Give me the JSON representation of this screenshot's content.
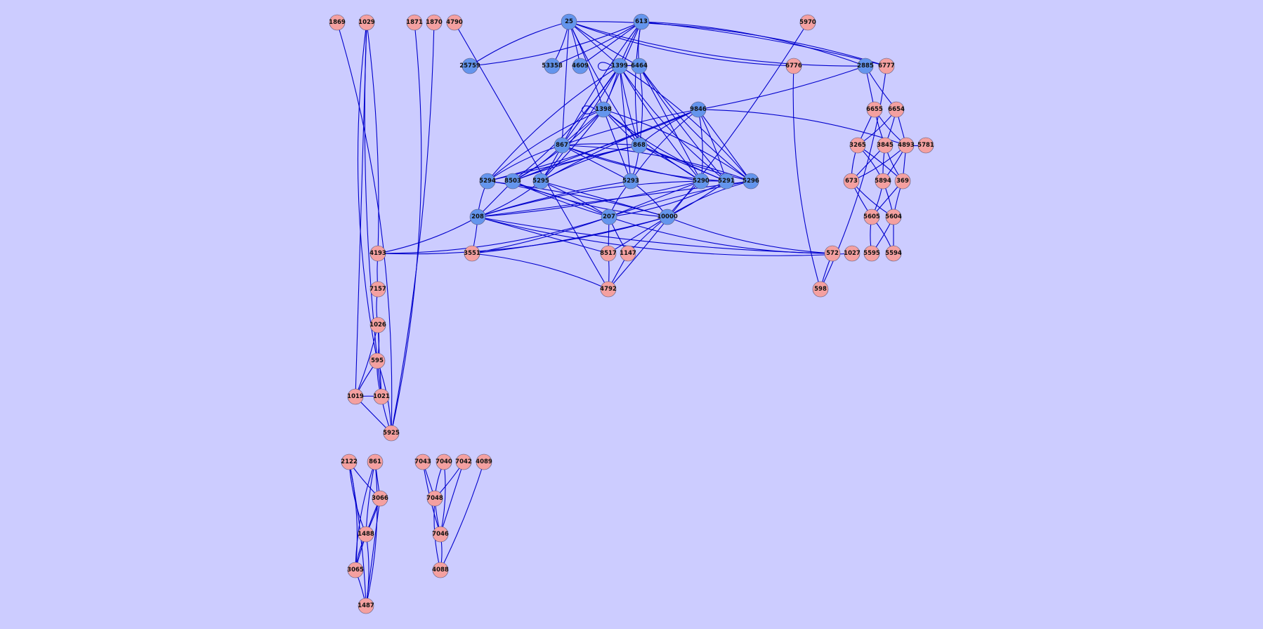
{
  "colors": {
    "background": "#ccccff",
    "edge": "#0000cc",
    "blue_node": "#6495ed",
    "pink_node": "#f4a0a0"
  },
  "nodes": [
    {
      "id": "1869",
      "label": "1869",
      "color": "pink"
    },
    {
      "id": "1029",
      "label": "1029",
      "color": "pink"
    },
    {
      "id": "1871",
      "label": "1871",
      "color": "pink"
    },
    {
      "id": "1870",
      "label": "1870",
      "color": "pink"
    },
    {
      "id": "4790",
      "label": "4790",
      "color": "pink"
    },
    {
      "id": "25",
      "label": "25",
      "color": "blue"
    },
    {
      "id": "613",
      "label": "613",
      "color": "blue"
    },
    {
      "id": "5970",
      "label": "5970",
      "color": "pink"
    },
    {
      "id": "25759",
      "label": "25759",
      "color": "blue"
    },
    {
      "id": "53358",
      "label": "53358",
      "color": "blue"
    },
    {
      "id": "4609",
      "label": "4609",
      "color": "blue"
    },
    {
      "id": "1399",
      "label": "1399",
      "color": "blue"
    },
    {
      "id": "6464",
      "label": "6464",
      "color": "blue"
    },
    {
      "id": "6776",
      "label": "6776",
      "color": "pink"
    },
    {
      "id": "2885",
      "label": "2885",
      "color": "blue"
    },
    {
      "id": "6777",
      "label": "6777",
      "color": "pink"
    },
    {
      "id": "1398",
      "label": "1398",
      "color": "blue"
    },
    {
      "id": "9846",
      "label": "9846",
      "color": "blue"
    },
    {
      "id": "6655",
      "label": "6655",
      "color": "pink"
    },
    {
      "id": "6654",
      "label": "6654",
      "color": "pink"
    },
    {
      "id": "867",
      "label": "867",
      "color": "blue"
    },
    {
      "id": "868",
      "label": "868",
      "color": "blue"
    },
    {
      "id": "3265",
      "label": "3265",
      "color": "pink"
    },
    {
      "id": "3845",
      "label": "3845",
      "color": "pink"
    },
    {
      "id": "4893",
      "label": "4893",
      "color": "pink"
    },
    {
      "id": "5781",
      "label": "5781",
      "color": "pink"
    },
    {
      "id": "5294",
      "label": "5294",
      "color": "blue"
    },
    {
      "id": "8503",
      "label": "8503",
      "color": "blue"
    },
    {
      "id": "5295",
      "label": "5295",
      "color": "blue"
    },
    {
      "id": "5293",
      "label": "5293",
      "color": "blue"
    },
    {
      "id": "5290",
      "label": "5290",
      "color": "blue"
    },
    {
      "id": "5291",
      "label": "5291",
      "color": "blue"
    },
    {
      "id": "5296",
      "label": "5296",
      "color": "blue"
    },
    {
      "id": "673",
      "label": "673",
      "color": "pink"
    },
    {
      "id": "5894",
      "label": "5894",
      "color": "pink"
    },
    {
      "id": "369",
      "label": "369",
      "color": "pink"
    },
    {
      "id": "208",
      "label": "208",
      "color": "blue"
    },
    {
      "id": "207",
      "label": "207",
      "color": "blue"
    },
    {
      "id": "10000",
      "label": "10000",
      "color": "blue"
    },
    {
      "id": "5605",
      "label": "5605",
      "color": "pink"
    },
    {
      "id": "5604",
      "label": "5604",
      "color": "pink"
    },
    {
      "id": "4193",
      "label": "4193",
      "color": "pink"
    },
    {
      "id": "3551",
      "label": "3551",
      "color": "pink"
    },
    {
      "id": "8517",
      "label": "8517",
      "color": "pink"
    },
    {
      "id": "1147",
      "label": "1147",
      "color": "pink"
    },
    {
      "id": "572",
      "label": "572",
      "color": "pink"
    },
    {
      "id": "1027",
      "label": "1027",
      "color": "pink"
    },
    {
      "id": "5595",
      "label": "5595",
      "color": "pink"
    },
    {
      "id": "5594",
      "label": "5594",
      "color": "pink"
    },
    {
      "id": "7157",
      "label": "7157",
      "color": "pink"
    },
    {
      "id": "4792",
      "label": "4792",
      "color": "pink"
    },
    {
      "id": "598",
      "label": "598",
      "color": "pink"
    },
    {
      "id": "1026",
      "label": "1026",
      "color": "pink"
    },
    {
      "id": "595",
      "label": "595",
      "color": "pink"
    },
    {
      "id": "1019",
      "label": "1019",
      "color": "pink"
    },
    {
      "id": "1021",
      "label": "1021",
      "color": "pink"
    },
    {
      "id": "5925",
      "label": "5925",
      "color": "pink"
    },
    {
      "id": "2122",
      "label": "2122",
      "color": "pink"
    },
    {
      "id": "861",
      "label": "861",
      "color": "pink"
    },
    {
      "id": "7043",
      "label": "7043",
      "color": "pink"
    },
    {
      "id": "7040",
      "label": "7040",
      "color": "pink"
    },
    {
      "id": "7042",
      "label": "7042",
      "color": "pink"
    },
    {
      "id": "4089",
      "label": "4089",
      "color": "pink"
    },
    {
      "id": "3066",
      "label": "3066",
      "color": "pink"
    },
    {
      "id": "7048",
      "label": "7048",
      "color": "pink"
    },
    {
      "id": "1488",
      "label": "1488",
      "color": "pink"
    },
    {
      "id": "7046",
      "label": "7046",
      "color": "pink"
    },
    {
      "id": "3065",
      "label": "3065",
      "color": "pink"
    },
    {
      "id": "4088",
      "label": "4088",
      "color": "pink"
    },
    {
      "id": "1487",
      "label": "1487",
      "color": "pink"
    }
  ],
  "edges": [
    [
      "1869",
      "5925"
    ],
    [
      "1029",
      "4193"
    ],
    [
      "1029",
      "1019"
    ],
    [
      "1029",
      "1021"
    ],
    [
      "1029",
      "595"
    ],
    [
      "1871",
      "5925"
    ],
    [
      "1870",
      "5925"
    ],
    [
      "4790",
      "4792"
    ],
    [
      "4193",
      "7157"
    ],
    [
      "7157",
      "1026"
    ],
    [
      "1026",
      "595"
    ],
    [
      "1026",
      "1019"
    ],
    [
      "1026",
      "1021"
    ],
    [
      "595",
      "1019"
    ],
    [
      "595",
      "1021"
    ],
    [
      "595",
      "5925"
    ],
    [
      "1019",
      "1021"
    ],
    [
      "1019",
      "5925"
    ],
    [
      "1021",
      "5925"
    ],
    [
      "25",
      "25759"
    ],
    [
      "25",
      "53358"
    ],
    [
      "25",
      "4609"
    ],
    [
      "25",
      "1399"
    ],
    [
      "25",
      "6464"
    ],
    [
      "25",
      "2885"
    ],
    [
      "25",
      "6777"
    ],
    [
      "25",
      "1398"
    ],
    [
      "25",
      "867"
    ],
    [
      "25",
      "868"
    ],
    [
      "25",
      "6776"
    ],
    [
      "613",
      "25759"
    ],
    [
      "613",
      "53358"
    ],
    [
      "613",
      "4609"
    ],
    [
      "613",
      "1399"
    ],
    [
      "613",
      "6464"
    ],
    [
      "613",
      "2885"
    ],
    [
      "613",
      "6777"
    ],
    [
      "613",
      "1398"
    ],
    [
      "613",
      "867"
    ],
    [
      "613",
      "868"
    ],
    [
      "1399",
      "1399"
    ],
    [
      "1399",
      "1398"
    ],
    [
      "1399",
      "867"
    ],
    [
      "1399",
      "868"
    ],
    [
      "1399",
      "5294"
    ],
    [
      "1399",
      "8503"
    ],
    [
      "1399",
      "5295"
    ],
    [
      "1399",
      "5293"
    ],
    [
      "1399",
      "5290"
    ],
    [
      "1399",
      "5291"
    ],
    [
      "1399",
      "5296"
    ],
    [
      "1399",
      "6464"
    ],
    [
      "6464",
      "5290"
    ],
    [
      "6464",
      "5291"
    ],
    [
      "6464",
      "5296"
    ],
    [
      "6464",
      "868"
    ],
    [
      "1398",
      "1398"
    ],
    [
      "1398",
      "867"
    ],
    [
      "1398",
      "868"
    ],
    [
      "1398",
      "5294"
    ],
    [
      "1398",
      "8503"
    ],
    [
      "1398",
      "5295"
    ],
    [
      "1398",
      "5293"
    ],
    [
      "1398",
      "5290"
    ],
    [
      "1398",
      "5291"
    ],
    [
      "1398",
      "5296"
    ],
    [
      "9846",
      "5294"
    ],
    [
      "9846",
      "8503"
    ],
    [
      "9846",
      "5295"
    ],
    [
      "9846",
      "5293"
    ],
    [
      "9846",
      "5290"
    ],
    [
      "9846",
      "5291"
    ],
    [
      "9846",
      "5296"
    ],
    [
      "9846",
      "867"
    ],
    [
      "9846",
      "868"
    ],
    [
      "9846",
      "4893"
    ],
    [
      "2885",
      "9846"
    ],
    [
      "2885",
      "6655"
    ],
    [
      "2885",
      "6654"
    ],
    [
      "867",
      "5294"
    ],
    [
      "867",
      "8503"
    ],
    [
      "867",
      "5295"
    ],
    [
      "867",
      "5293"
    ],
    [
      "867",
      "5290"
    ],
    [
      "867",
      "5291"
    ],
    [
      "867",
      "5296"
    ],
    [
      "867",
      "868"
    ],
    [
      "868",
      "5294"
    ],
    [
      "868",
      "8503"
    ],
    [
      "868",
      "5295"
    ],
    [
      "868",
      "5293"
    ],
    [
      "868",
      "5290"
    ],
    [
      "868",
      "5291"
    ],
    [
      "868",
      "5296"
    ],
    [
      "5294",
      "208"
    ],
    [
      "5294",
      "207"
    ],
    [
      "5294",
      "10000"
    ],
    [
      "8503",
      "208"
    ],
    [
      "8503",
      "207"
    ],
    [
      "8503",
      "10000"
    ],
    [
      "5295",
      "208"
    ],
    [
      "5295",
      "207"
    ],
    [
      "5295",
      "10000"
    ],
    [
      "5293",
      "208"
    ],
    [
      "5293",
      "207"
    ],
    [
      "5293",
      "10000"
    ],
    [
      "5290",
      "208"
    ],
    [
      "5290",
      "207"
    ],
    [
      "5290",
      "10000"
    ],
    [
      "5291",
      "208"
    ],
    [
      "5291",
      "207"
    ],
    [
      "5291",
      "10000"
    ],
    [
      "5296",
      "208"
    ],
    [
      "5296",
      "207"
    ],
    [
      "5296",
      "10000"
    ],
    [
      "208",
      "4193"
    ],
    [
      "208",
      "3551"
    ],
    [
      "208",
      "8517"
    ],
    [
      "208",
      "572"
    ],
    [
      "208",
      "1027"
    ],
    [
      "207",
      "4193"
    ],
    [
      "207",
      "3551"
    ],
    [
      "207",
      "8517"
    ],
    [
      "207",
      "1147"
    ],
    [
      "207",
      "572"
    ],
    [
      "10000",
      "4193"
    ],
    [
      "10000",
      "3551"
    ],
    [
      "10000",
      "8517"
    ],
    [
      "10000",
      "1147"
    ],
    [
      "10000",
      "572"
    ],
    [
      "3551",
      "4792"
    ],
    [
      "8517",
      "4792"
    ],
    [
      "1147",
      "4792"
    ],
    [
      "572",
      "598"
    ],
    [
      "6776",
      "598"
    ],
    [
      "6777",
      "598"
    ],
    [
      "5970",
      "4792"
    ],
    [
      "6655",
      "3265"
    ],
    [
      "6655",
      "3845"
    ],
    [
      "6655",
      "4893"
    ],
    [
      "6654",
      "3265"
    ],
    [
      "6654",
      "3845"
    ],
    [
      "6654",
      "4893"
    ],
    [
      "4893",
      "5781"
    ],
    [
      "3265",
      "673"
    ],
    [
      "3265",
      "5894"
    ],
    [
      "3265",
      "369"
    ],
    [
      "3845",
      "673"
    ],
    [
      "3845",
      "5894"
    ],
    [
      "3845",
      "369"
    ],
    [
      "4893",
      "673"
    ],
    [
      "4893",
      "5894"
    ],
    [
      "4893",
      "369"
    ],
    [
      "673",
      "5605"
    ],
    [
      "673",
      "5604"
    ],
    [
      "5894",
      "5605"
    ],
    [
      "5894",
      "5604"
    ],
    [
      "369",
      "5605"
    ],
    [
      "369",
      "5604"
    ],
    [
      "5605",
      "5595"
    ],
    [
      "5605",
      "5594"
    ],
    [
      "5604",
      "5595"
    ],
    [
      "5604",
      "5594"
    ],
    [
      "2122",
      "3066"
    ],
    [
      "2122",
      "1488"
    ],
    [
      "2122",
      "3065"
    ],
    [
      "2122",
      "1487"
    ],
    [
      "861",
      "3066"
    ],
    [
      "861",
      "1488"
    ],
    [
      "861",
      "3065"
    ],
    [
      "861",
      "1487"
    ],
    [
      "3066",
      "1488"
    ],
    [
      "3066",
      "1487"
    ],
    [
      "3066",
      "3065"
    ],
    [
      "1488",
      "3065"
    ],
    [
      "1488",
      "1487"
    ],
    [
      "3065",
      "1487"
    ],
    [
      "7043",
      "7048"
    ],
    [
      "7043",
      "7046"
    ],
    [
      "7040",
      "7048"
    ],
    [
      "7040",
      "7046"
    ],
    [
      "7042",
      "7048"
    ],
    [
      "7042",
      "7046"
    ],
    [
      "7048",
      "7046"
    ],
    [
      "7048",
      "4088"
    ],
    [
      "7046",
      "4088"
    ],
    [
      "4089",
      "4088"
    ]
  ]
}
